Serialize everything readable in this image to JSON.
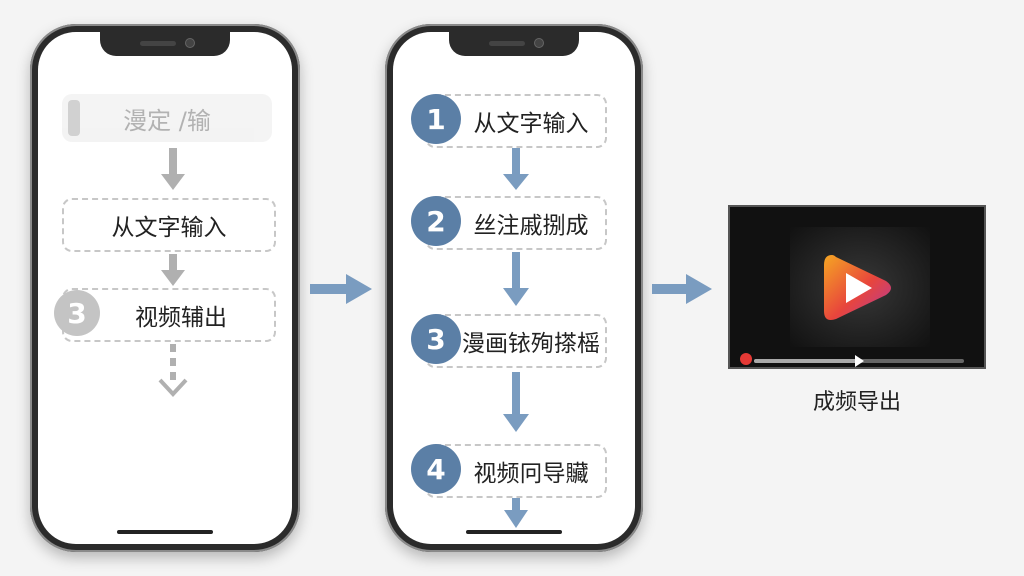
{
  "phone1": {
    "faded_step": "漫定 /输 ",
    "step": "从文字输入",
    "step3_number": "3",
    "step3_label": "视频辅出"
  },
  "phone2": {
    "steps": [
      {
        "number": "1",
        "label": "从文字输入"
      },
      {
        "number": "2",
        "label": "丝注戚捌成"
      },
      {
        "number": "3",
        "label": "漫画铱殉搽榣"
      },
      {
        "number": "4",
        "label": "视频冋导贜"
      }
    ]
  },
  "video": {
    "caption": "成频导出",
    "progress": 0.5
  },
  "colors": {
    "accent": "#5b7fa6",
    "arrow": "#7a9cc0",
    "faded_arrow": "#b0b0b0",
    "play_gradient": [
      "#f5a623",
      "#e8453c",
      "#b03a9f"
    ]
  },
  "icons": {
    "play": "play-icon",
    "record": "record-dot-icon"
  }
}
